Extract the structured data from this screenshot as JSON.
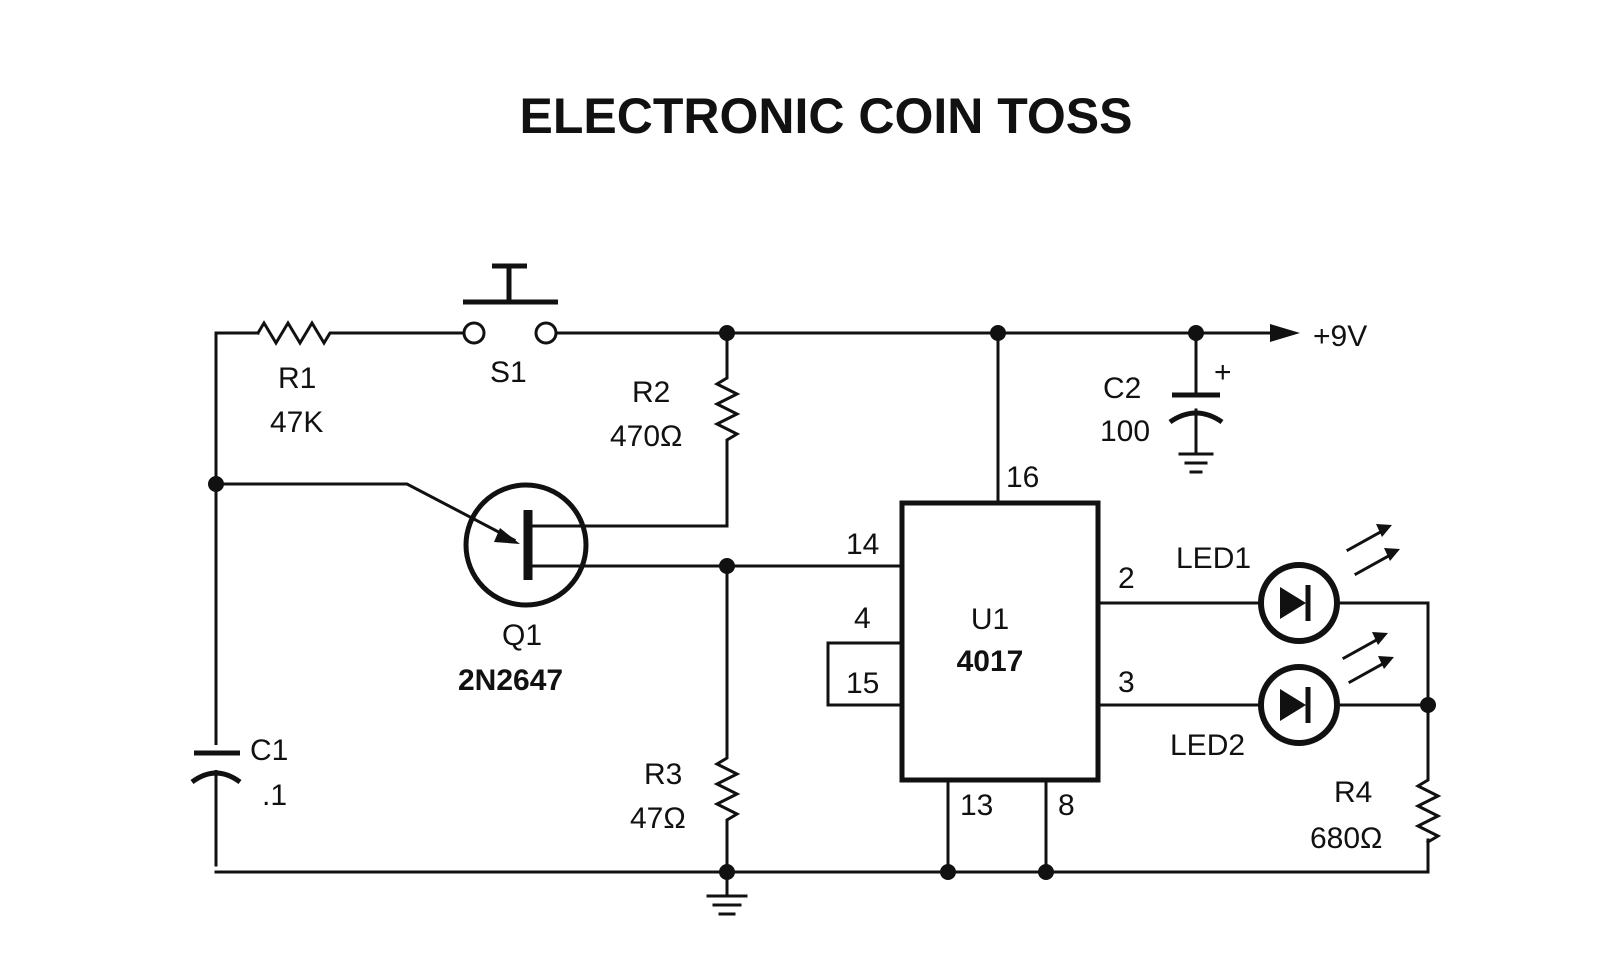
{
  "title": "ELECTRONIC COIN TOSS",
  "supply": "+9V",
  "components": {
    "r1": {
      "ref": "R1",
      "value": "47K"
    },
    "s1": {
      "ref": "S1"
    },
    "r2": {
      "ref": "R2",
      "value": "470Ω"
    },
    "c2": {
      "ref": "C2",
      "value": "100",
      "polarity": "+"
    },
    "q1": {
      "ref": "Q1",
      "part": "2N2647"
    },
    "u1": {
      "ref": "U1",
      "part": "4017"
    },
    "led1": {
      "ref": "LED1"
    },
    "led2": {
      "ref": "LED2"
    },
    "c1": {
      "ref": "C1",
      "value": ".1"
    },
    "r3": {
      "ref": "R3",
      "value": "47Ω"
    },
    "r4": {
      "ref": "R4",
      "value": "680Ω"
    }
  },
  "pins": {
    "p16": "16",
    "p14": "14",
    "p4": "4",
    "p15": "15",
    "p2": "2",
    "p3": "3",
    "p13": "13",
    "p8": "8"
  }
}
